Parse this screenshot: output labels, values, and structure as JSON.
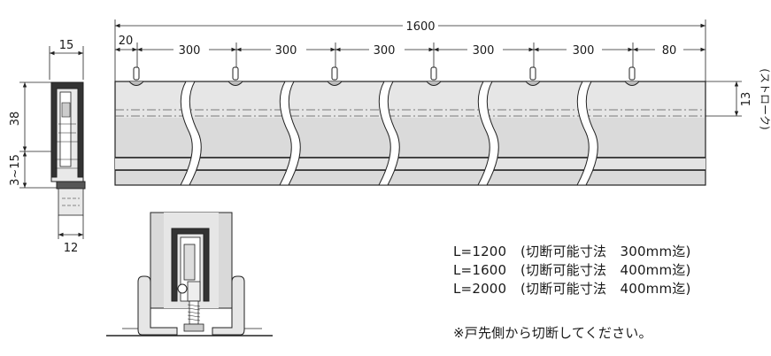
{
  "dimensions": {
    "total_length": "1600",
    "segments": [
      "20",
      "300",
      "300",
      "300",
      "300",
      "300",
      "80"
    ],
    "stroke": "13",
    "stroke_label": "(ストローク)",
    "side_width_top": "15",
    "side_height": "38",
    "side_gap": "3~15",
    "side_width_bottom": "12"
  },
  "specs": [
    {
      "length": "L=1200",
      "cut": "(切断可能寸法　300mm迄)"
    },
    {
      "length": "L=1600",
      "cut": "(切断可能寸法　400mm迄)"
    },
    {
      "length": "L=2000",
      "cut": "(切断可能寸法　400mm迄)"
    }
  ],
  "note": "※戸先側から切断してください。"
}
